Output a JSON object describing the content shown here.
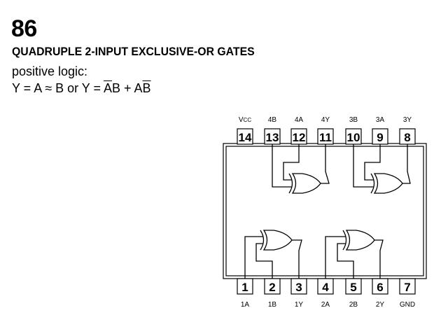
{
  "header": {
    "part_number": "86",
    "title": "QUADRUPLE 2-INPUT EXCLUSIVE-OR GATES",
    "logic_label": "positive logic:",
    "formula": {
      "part1": "Y = A ≈ B or Y = ",
      "ov_a": "A",
      "b1": "B + ",
      "a2": "A",
      "ov_b": "B"
    }
  },
  "pins_top": [
    {
      "num": "14",
      "label": "V",
      "sub": "CC"
    },
    {
      "num": "13",
      "label": "4B"
    },
    {
      "num": "12",
      "label": "4A"
    },
    {
      "num": "11",
      "label": "4Y"
    },
    {
      "num": "10",
      "label": "3B"
    },
    {
      "num": "9",
      "label": "3A"
    },
    {
      "num": "8",
      "label": "3Y"
    }
  ],
  "pins_bottom": [
    {
      "num": "1",
      "label": "1A"
    },
    {
      "num": "2",
      "label": "1B"
    },
    {
      "num": "3",
      "label": "1Y"
    },
    {
      "num": "4",
      "label": "2A"
    },
    {
      "num": "5",
      "label": "2B"
    },
    {
      "num": "6",
      "label": "2Y"
    },
    {
      "num": "7",
      "label": "GND"
    }
  ]
}
